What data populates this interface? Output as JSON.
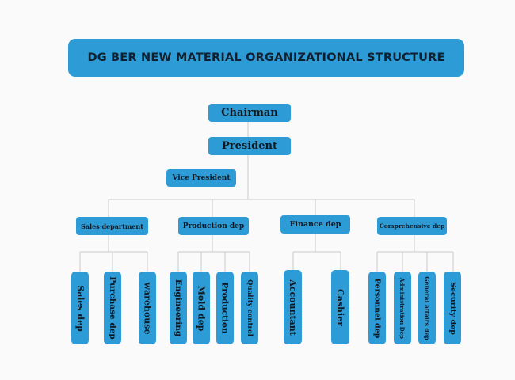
{
  "title": "DG BER NEW MATERIAL ORGANIZATIONAL STRUCTURE",
  "top": {
    "chairman": "Chairman",
    "president": "President",
    "vice_president": "Vice President"
  },
  "departments": {
    "sales": "Sales department",
    "production": "Production dep",
    "finance": "Finance dep",
    "comprehensive": "Comprehensive dep"
  },
  "units": {
    "sales_dep": "Sales dep",
    "purchase_dep": "Purchase dep",
    "warehouse": "warehouse",
    "engineering": "Engineering",
    "mold_dep": "Mold dep",
    "production": "Production",
    "quality_control": "Quality control",
    "accountant": "Accountant",
    "cashier": "Cashier",
    "personnel_dep": "Personnel dep",
    "administration_dep": "Administration Dep",
    "general_affairs_dep": "General affairs dep",
    "security_dep": "Security dep"
  },
  "colors": {
    "box": "#2c9bd6",
    "line": "#c9c9c9",
    "text": "#0f1a24"
  }
}
